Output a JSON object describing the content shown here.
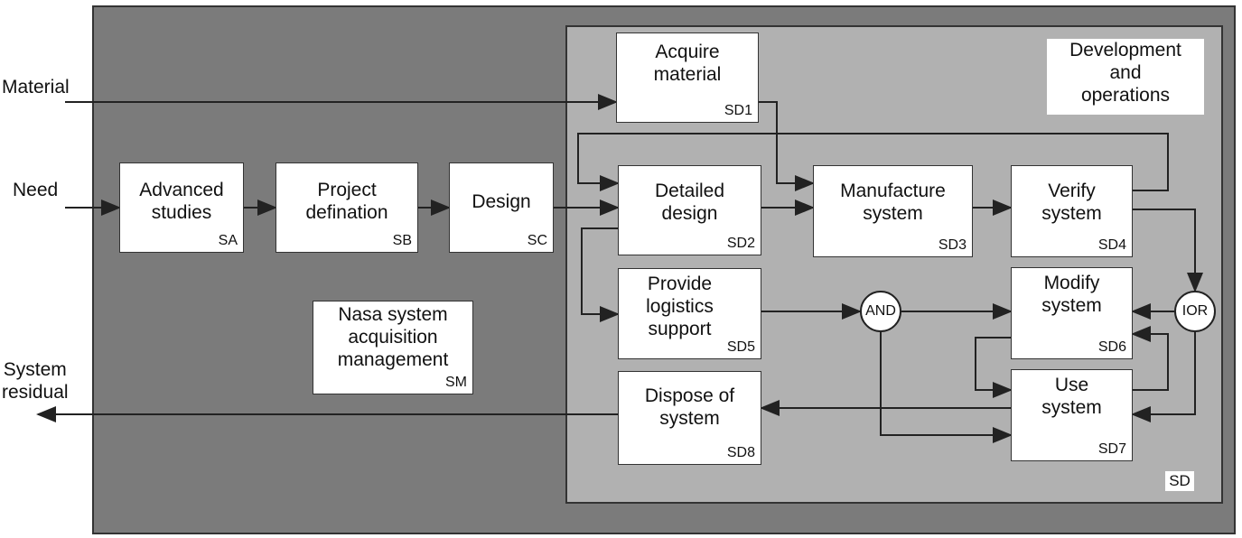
{
  "external": {
    "material": "Material",
    "need": "Need",
    "system_residual": "System\nresidual"
  },
  "region_label": "Development\nand\noperations",
  "region_code": "SD",
  "boxes": {
    "sa": {
      "label": "Advanced\nstudies",
      "code": "SA"
    },
    "sb": {
      "label": "Project\ndefination",
      "code": "SB"
    },
    "sc": {
      "label": "Design",
      "code": "SC"
    },
    "sm": {
      "label": "Nasa system\nacquisition\nmanagement",
      "code": "SM"
    },
    "sd1": {
      "label": "Acquire\nmaterial",
      "code": "SD1"
    },
    "sd2": {
      "label": "Detailed\ndesign",
      "code": "SD2"
    },
    "sd3": {
      "label": "Manufacture\nsystem",
      "code": "SD3"
    },
    "sd4": {
      "label": "Verify\nsystem",
      "code": "SD4"
    },
    "sd5": {
      "label": "Provide\nlogistics\nsupport",
      "code": "SD5"
    },
    "sd6": {
      "label": "Modify\nsystem",
      "code": "SD6"
    },
    "sd7": {
      "label": "Use\nsystem",
      "code": "SD7"
    },
    "sd8": {
      "label": "Dispose of\nsystem",
      "code": "SD8"
    }
  },
  "gates": {
    "and": "AND",
    "ior": "IOR"
  }
}
